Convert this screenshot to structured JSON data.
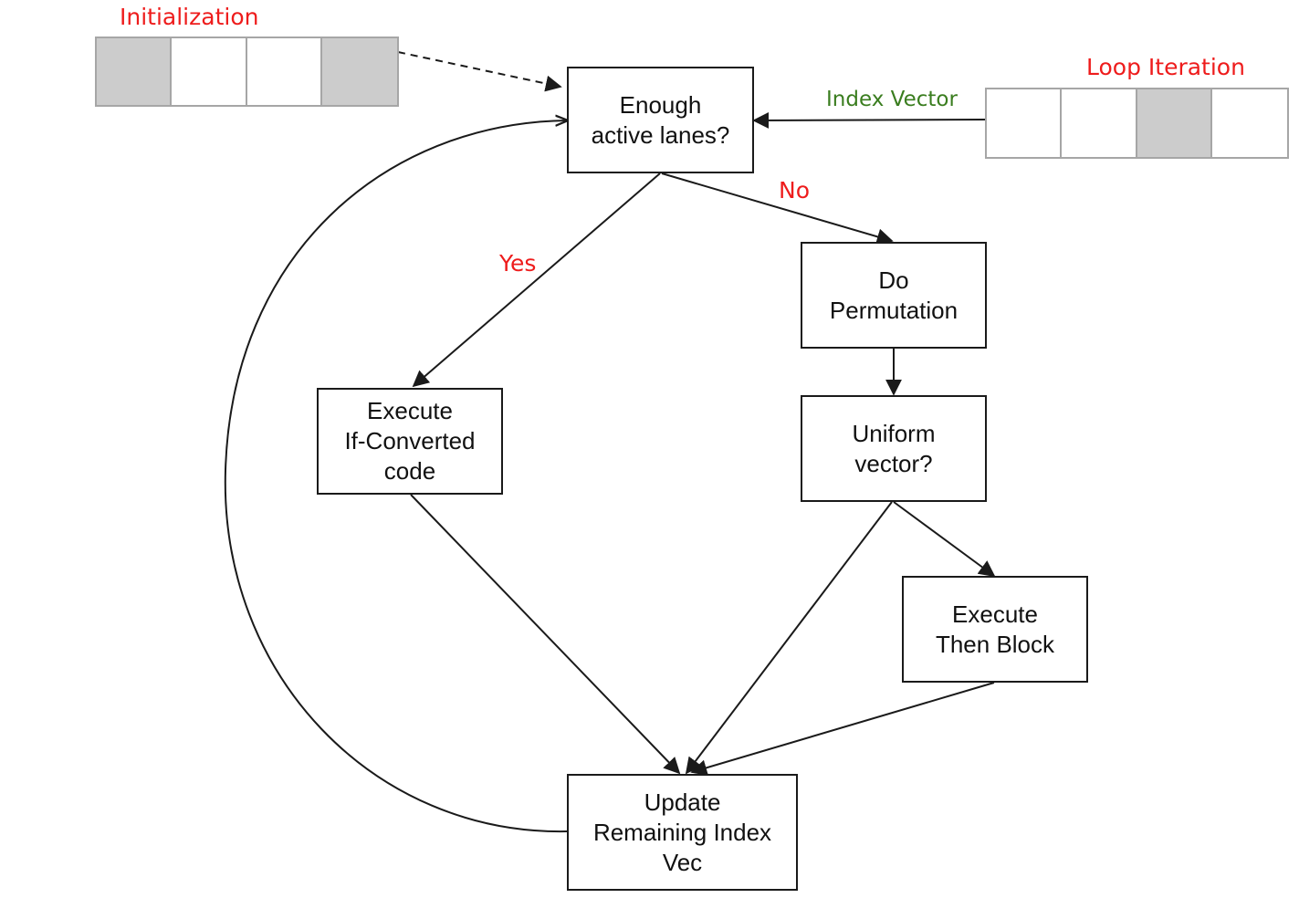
{
  "colors": {
    "stroke": "#1a1a1a",
    "decision_label": "#ee1c1c",
    "vector_label": "#3a7d1f",
    "active_lane": "#cccccc",
    "cell_border": "#a6a6a6"
  },
  "labels": {
    "initialization": "Initialization",
    "loop_iteration": "Loop Iteration",
    "index_vector": "Index Vector",
    "yes": "Yes",
    "no": "No"
  },
  "init_vector": {
    "lanes": [
      true,
      false,
      false,
      true
    ]
  },
  "loop_vector": {
    "lanes": [
      false,
      false,
      true,
      false
    ]
  },
  "nodes": {
    "check": {
      "lines": [
        "Enough",
        "active lanes?"
      ]
    },
    "permute": {
      "lines": [
        "Do",
        "Permutation"
      ]
    },
    "uniform": {
      "lines": [
        "Uniform",
        "vector?"
      ]
    },
    "ifconv": {
      "lines": [
        "Execute",
        "If-Converted",
        "code"
      ]
    },
    "thenblock": {
      "lines": [
        "Execute",
        "Then Block"
      ]
    },
    "update": {
      "lines": [
        "Update",
        "Remaining Index",
        "Vec"
      ]
    }
  }
}
